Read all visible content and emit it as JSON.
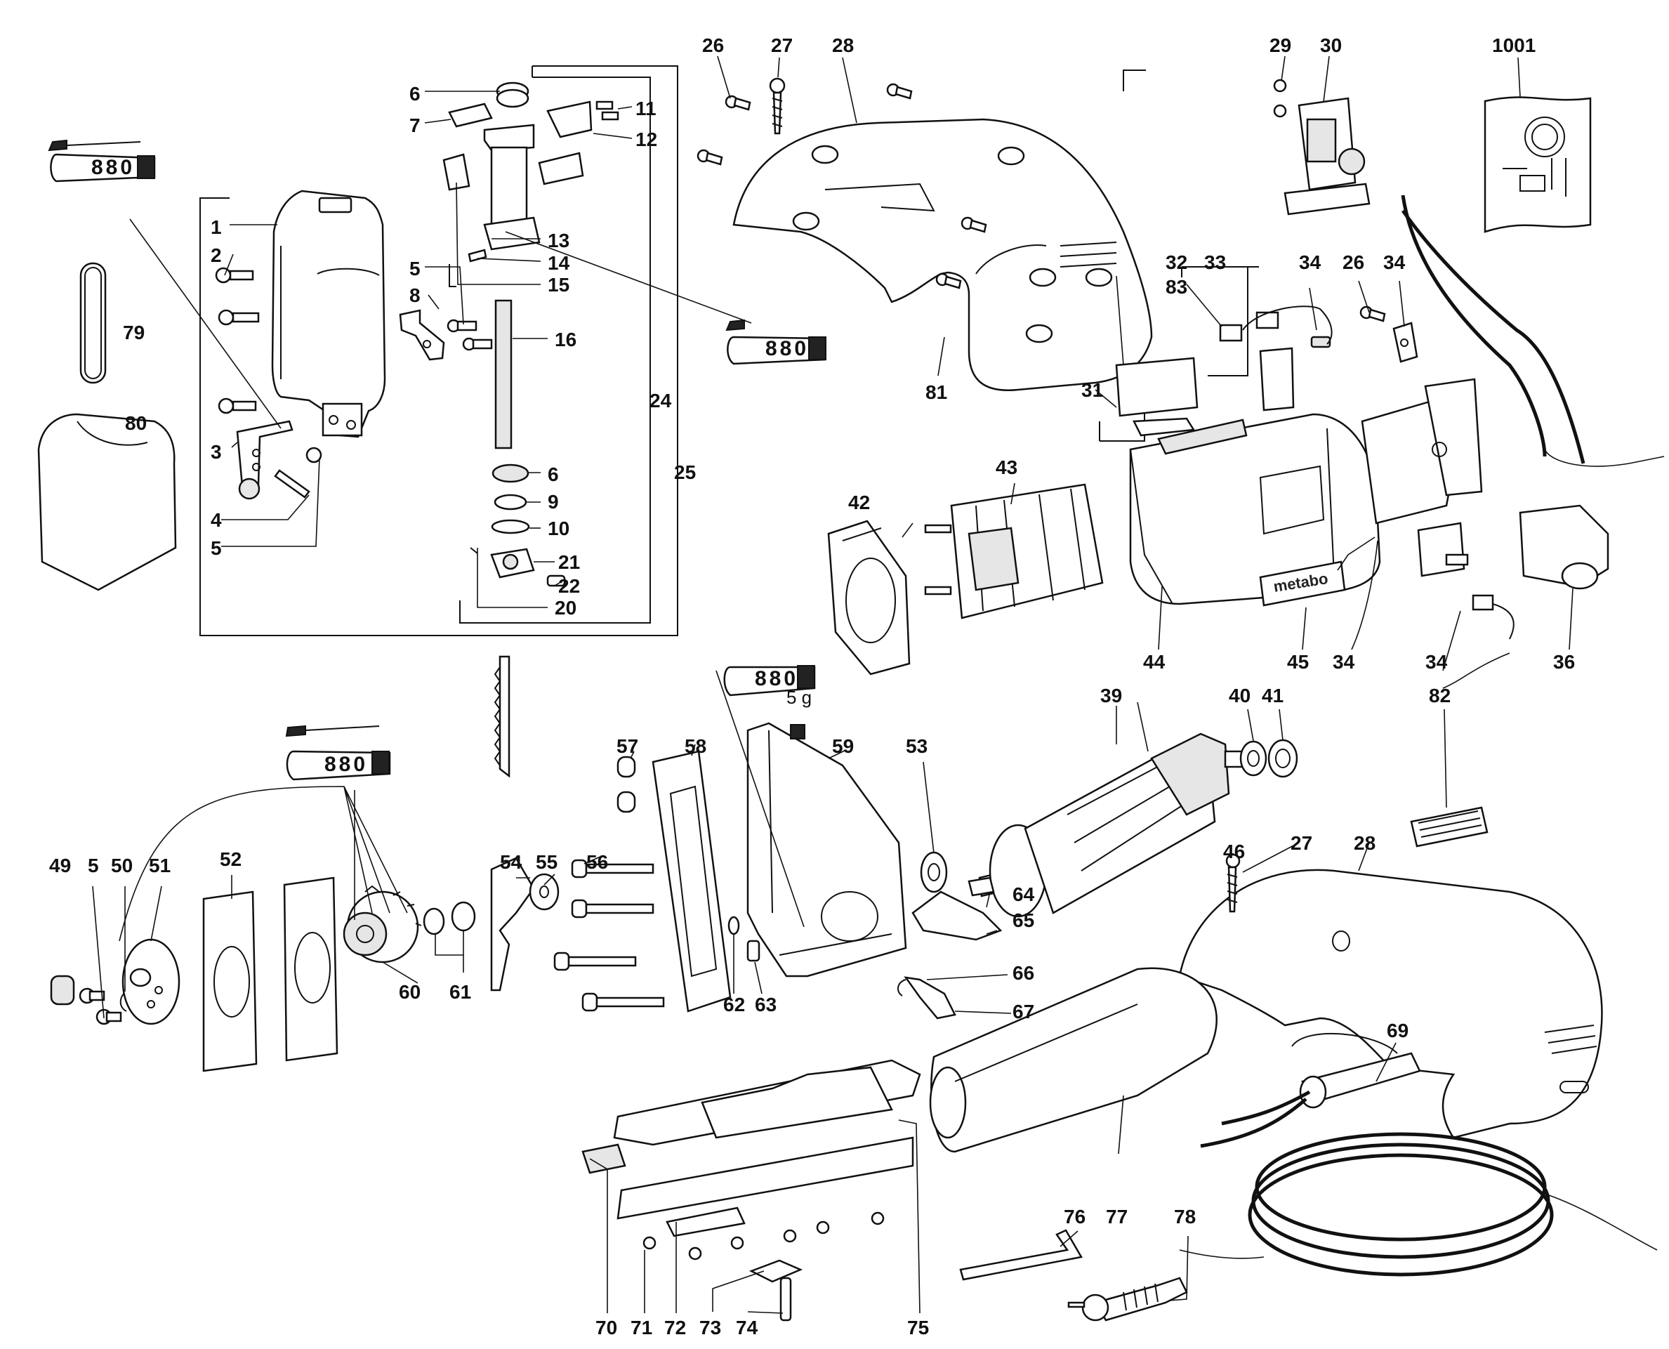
{
  "diagram": {
    "part_numbers": [
      "1",
      "2",
      "3",
      "4",
      "5",
      "5",
      "5",
      "6",
      "6",
      "7",
      "8",
      "9",
      "10",
      "11",
      "12",
      "13",
      "14",
      "15",
      "16",
      "20",
      "21",
      "22",
      "24",
      "25",
      "26",
      "26",
      "27",
      "27",
      "28",
      "28",
      "29",
      "30",
      "31",
      "32",
      "33",
      "34",
      "34",
      "34",
      "34",
      "36",
      "39",
      "40",
      "41",
      "42",
      "43",
      "44",
      "45",
      "46",
      "49",
      "50",
      "51",
      "52",
      "53",
      "54",
      "55",
      "56",
      "57",
      "58",
      "59",
      "60",
      "61",
      "62",
      "63",
      "64",
      "65",
      "66",
      "67",
      "69",
      "70",
      "71",
      "72",
      "73",
      "74",
      "75",
      "76",
      "77",
      "78",
      "79",
      "80",
      "81",
      "82",
      "83",
      "1001"
    ],
    "grease_tube_label": "880",
    "grease_quantity": "5 g",
    "brand_plate": "metabo"
  }
}
